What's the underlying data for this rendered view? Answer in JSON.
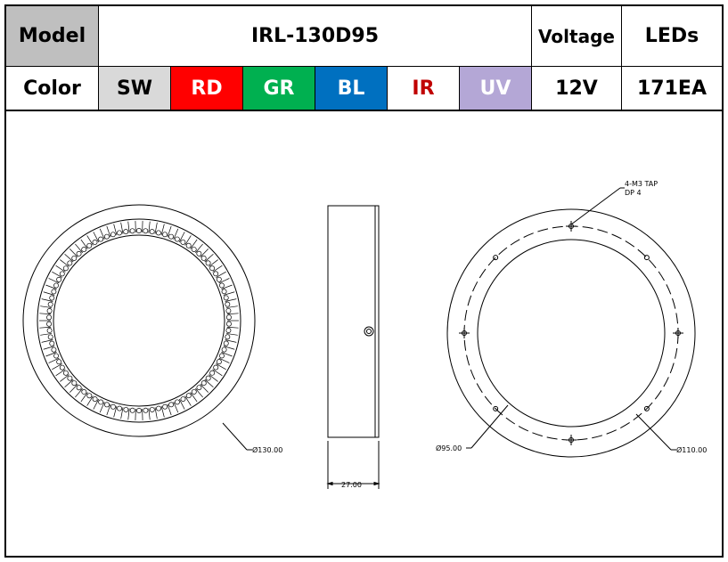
{
  "header": {
    "model_label": "Model",
    "model_value": "IRL-130D95",
    "voltage_label": "Voltage",
    "leds_label": "LEDs"
  },
  "color_row": {
    "label": "Color",
    "colors": [
      {
        "code": "SW",
        "bg": "#d9d9d9",
        "fg": "#000000"
      },
      {
        "code": "RD",
        "bg": "#ff0000",
        "fg": "#ffffff"
      },
      {
        "code": "GR",
        "bg": "#00b050",
        "fg": "#ffffff"
      },
      {
        "code": "BL",
        "bg": "#0070c0",
        "fg": "#ffffff"
      },
      {
        "code": "IR",
        "bg": "#ffffff",
        "fg": "#c00000"
      },
      {
        "code": "UV",
        "bg": "#b4a7d6",
        "fg": "#ffffff"
      }
    ],
    "voltage_value": "12V",
    "leds_value": "171EA"
  },
  "colors": {
    "header_gray": "#bfbfbf"
  },
  "drawing": {
    "dim_outer_diameter": "Ø130.00",
    "dim_thickness": "27.00",
    "tap_note_line1": "4-M3 TAP",
    "tap_note_line2": "DP 4",
    "dim_inner_diameter": "Ø95.00",
    "dim_bolt_circle": "Ø110.00"
  }
}
